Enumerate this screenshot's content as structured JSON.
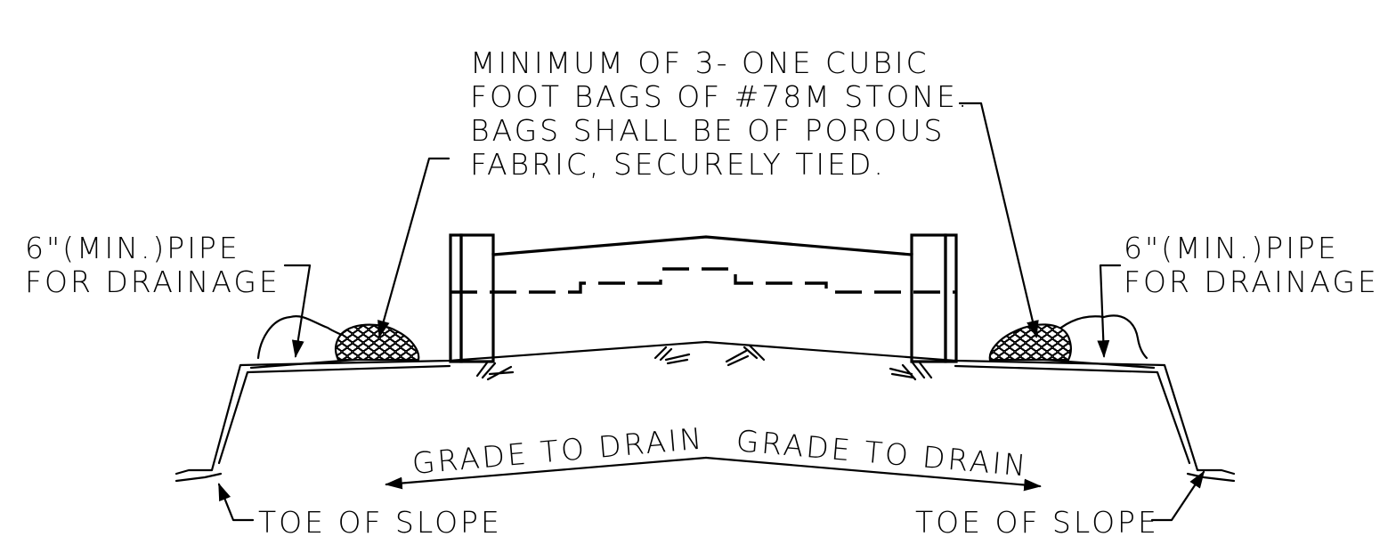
{
  "note_main": {
    "lines": [
      "MINIMUM OF 3- ONE CUBIC",
      "FOOT BAGS OF #78M STONE.",
      "BAGS SHALL BE OF POROUS",
      "FABRIC, SECURELY TIED."
    ]
  },
  "pipe_left": {
    "line1": "6\"(MIN.)PIPE",
    "line2": "FOR DRAINAGE"
  },
  "pipe_right": {
    "line1": "6\"(MIN.)PIPE",
    "line2": "FOR DRAINAGE"
  },
  "grade_left": "GRADE TO DRAIN",
  "grade_right": "GRADE TO DRAIN",
  "toe_left": "TOE OF SLOPE",
  "toe_right": "TOE OF SLOPE"
}
